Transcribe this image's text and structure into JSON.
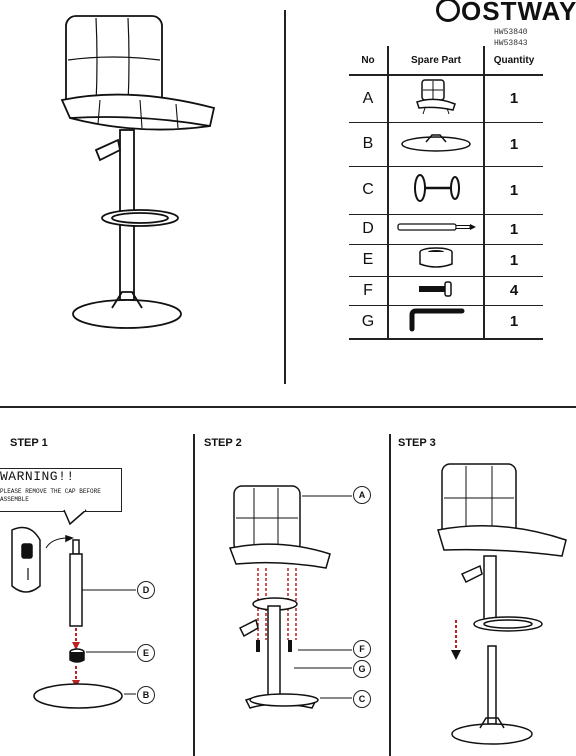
{
  "brand": {
    "logo_text": "COSTWAY",
    "models": [
      "HW53840",
      "HW53843"
    ]
  },
  "parts_table": {
    "headers": [
      "No",
      "Spare Part",
      "Quantity"
    ],
    "rows": [
      {
        "no": "A",
        "part_icon": "seat-icon",
        "quantity": "1"
      },
      {
        "no": "B",
        "part_icon": "base-plate-icon",
        "quantity": "1"
      },
      {
        "no": "C",
        "part_icon": "footrest-icon",
        "quantity": "1"
      },
      {
        "no": "D",
        "part_icon": "gas-lift-icon",
        "quantity": "1"
      },
      {
        "no": "E",
        "part_icon": "cap-icon",
        "quantity": "1"
      },
      {
        "no": "F",
        "part_icon": "bolt-icon",
        "quantity": "4"
      },
      {
        "no": "G",
        "part_icon": "allen-key-icon",
        "quantity": "1"
      }
    ]
  },
  "steps": [
    {
      "title": "STEP 1",
      "warning_title": "WARNING!!",
      "warning_text": "PLEASE REMOVE THE CAP BEFORE ASSEMBLE",
      "callouts": [
        "D",
        "E",
        "B"
      ]
    },
    {
      "title": "STEP 2",
      "callouts": [
        "A",
        "F",
        "G",
        "C"
      ]
    },
    {
      "title": "STEP 3"
    }
  ]
}
